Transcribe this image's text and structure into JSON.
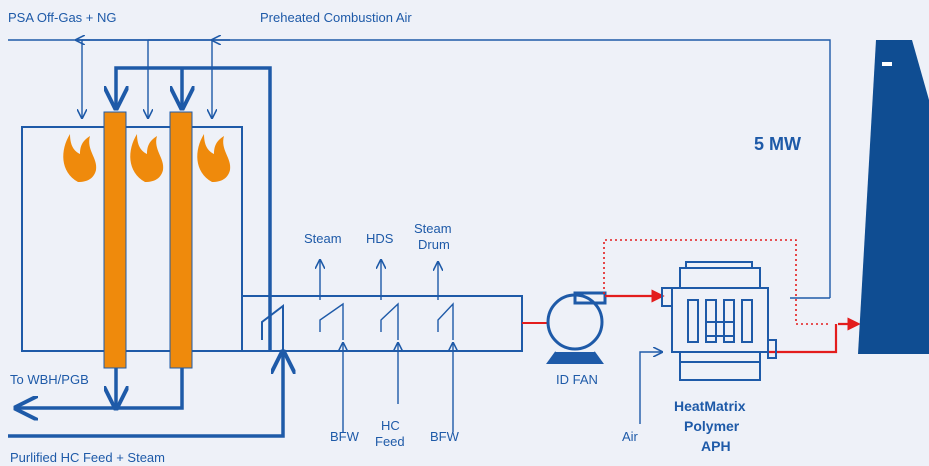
{
  "labels": {
    "psa_offgas": "PSA Off-Gas + NG",
    "preheated_air": "Preheated Combustion Air",
    "power": "5 MW",
    "steam": "Steam",
    "hds": "HDS",
    "steam_drum_1": "Steam",
    "steam_drum_2": "Drum",
    "to_wbh": "To WBH/PGB",
    "id_fan": "ID FAN",
    "bfw_1": "BFW",
    "hc_feed_1": "HC",
    "hc_feed_2": "Feed",
    "bfw_2": "BFW",
    "air": "Air",
    "aph_1": "HeatMatrix",
    "aph_2": "Polymer",
    "aph_3": "APH",
    "purified_feed": "Purlified HC Feed + Steam"
  },
  "colors": {
    "line": "#1e5aa8",
    "stack": "#0f4d92",
    "tube": "#ef8a0c",
    "flame": "#ef8a0c",
    "hot_flow": "#e31d1d",
    "background": "#eef1f8"
  },
  "icons": [
    "flame-icon",
    "fan-icon",
    "stack-icon",
    "air-preheater-icon"
  ]
}
